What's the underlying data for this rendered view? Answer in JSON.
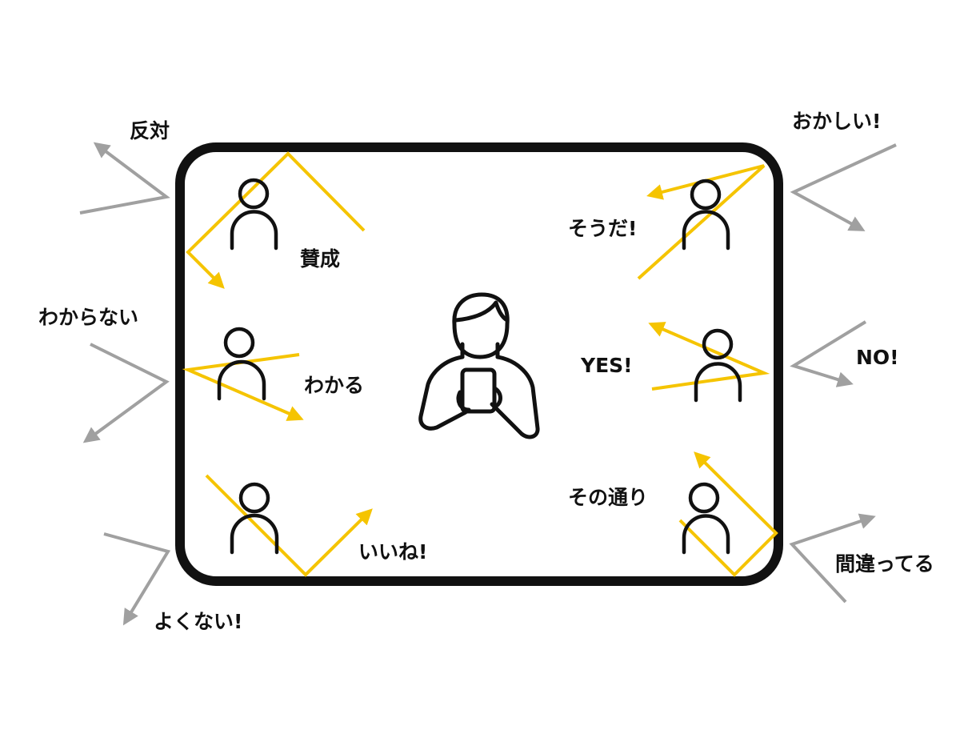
{
  "colors": {
    "frame": "#111111",
    "inner_arrows": "#f5c400",
    "outer_arrows": "#a0a0a0"
  },
  "inside_labels": {
    "agree": "賛成",
    "understand": "わかる",
    "good": "いいね!",
    "thats_right": "そうだ!",
    "yes": "YES!",
    "exactly": "その通り"
  },
  "outside_labels": {
    "oppose": "反対",
    "dont_understand": "わからない",
    "not_good": "よくない!",
    "strange": "おかしい!",
    "no": "NO!",
    "wrong": "間違ってる"
  }
}
